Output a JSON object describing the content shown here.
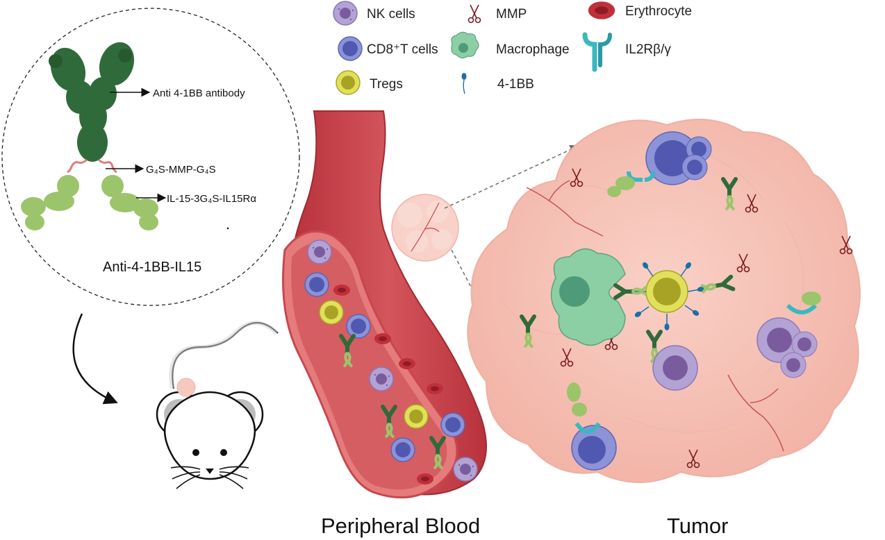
{
  "legend": {
    "items": [
      {
        "key": "nk",
        "label": "NK cells",
        "icon": "nk-cell-icon"
      },
      {
        "key": "cd8",
        "label": "CD8⁺T cells",
        "icon": "cd8-t-cell-icon"
      },
      {
        "key": "treg",
        "label": "Tregs",
        "icon": "treg-cell-icon"
      },
      {
        "key": "mmp",
        "label": "MMP",
        "icon": "scissors-icon"
      },
      {
        "key": "macrophage",
        "label": "Macrophage",
        "icon": "macrophage-icon"
      },
      {
        "key": "41bb",
        "label": "4-1BB",
        "icon": "receptor-4-1bb-icon"
      },
      {
        "key": "ery",
        "label": "Erythrocyte",
        "icon": "erythrocyte-icon"
      },
      {
        "key": "il2r",
        "label": "IL2Rβ/γ",
        "icon": "il2r-receptor-icon"
      }
    ]
  },
  "molecule": {
    "anti_label": "Anti 4-1BB antibody",
    "linker_label": "G₄S-MMP-G₄S",
    "il15_label": "IL-15-3G₄S-IL15Rα",
    "name": "Anti-4-1BB-IL15"
  },
  "sections": {
    "blood": "Peripheral Blood",
    "tumor": "Tumor"
  },
  "colors": {
    "antibody": "#2f6b3a",
    "il15": "#9cc46a",
    "linker": "#e07a7a",
    "vessel": "#c8474f",
    "tumor": "#f7c4b8",
    "nk": "#9b86c2",
    "cd8": "#5b62b8",
    "treg": "#c9c93a",
    "macrophage": "#7fc49a",
    "erythrocyte": "#c0303a",
    "il2r": "#3ab8c0"
  }
}
